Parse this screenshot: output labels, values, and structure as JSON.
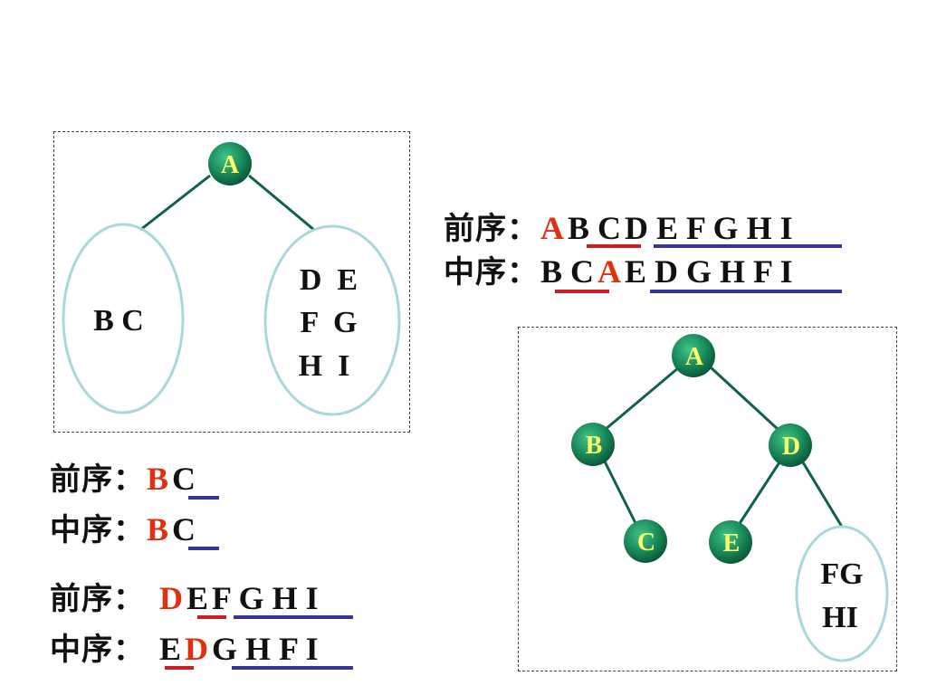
{
  "colors": {
    "node_fill": "#1a8a5a",
    "node_text": "#ffff66",
    "edge": "#106050",
    "ellipse": "#a8d8dc",
    "red_text": "#e03010",
    "red_bar": "#cc2020",
    "blue_bar": "#333399"
  },
  "tree1": {
    "root": "A",
    "left_subtree": "B C",
    "right_subtree": [
      "D  E",
      "F  G",
      "H  I"
    ]
  },
  "tree2": {
    "nodes": [
      "A",
      "B",
      "D",
      "C",
      "E"
    ],
    "subtree_lines": [
      "FG",
      "HI"
    ]
  },
  "sequences": {
    "pre_label": "前序：",
    "in_label": "中序：",
    "top_pre": [
      "A",
      "B C",
      "D E F G H I"
    ],
    "top_in": [
      "B C",
      "A",
      "E D G H F I"
    ],
    "bc_pre": [
      "B",
      "C"
    ],
    "bc_in": [
      "B",
      "C"
    ],
    "dz_pre": [
      "D",
      "E",
      "F G H I"
    ],
    "dz_in": [
      "E",
      "D",
      "G H F I"
    ]
  }
}
